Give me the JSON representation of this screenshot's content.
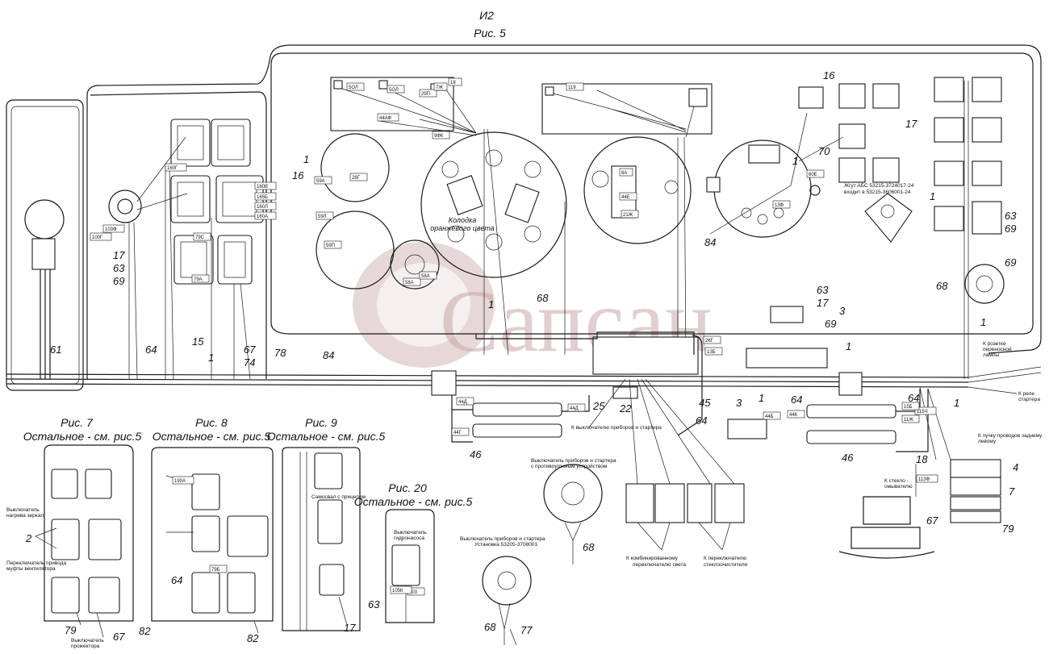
{
  "header": {
    "sheet": "И2",
    "figure": "Рис. 5"
  },
  "watermark": "Сапсан",
  "figures": [
    {
      "title": "Рис. 7",
      "subtitle": "Остальное - см. рис.5"
    },
    {
      "title": "Рис. 8",
      "subtitle": "Остальное - см. рис.5"
    },
    {
      "title": "Рис. 9",
      "subtitle": "Остальное - см. рис.5"
    },
    {
      "title": "Рис. 20",
      "subtitle": "Остальное - см. рис.5"
    }
  ],
  "connector_label": [
    "Колодка",
    "оранжевого цвета"
  ],
  "kit_note": [
    "Жгут АБС 53215-3724017-24",
    "входит в 53215-3606001-24"
  ],
  "notes": {
    "switch_instr": "К выключателю приборов и стартера",
    "switch_antitheft": [
      "Выключатель приборов и стартера",
      "с противоугонным устройством"
    ],
    "switch_install": [
      "Выключатель приборов и стартера",
      "Установка 53205-3708001"
    ],
    "combo_switch": [
      "К комбинированному",
      "переключателю света"
    ],
    "wiper_switch": [
      "К переключателю",
      "стеклоочистителя"
    ],
    "washer": [
      "К стекло -",
      "омывателю"
    ],
    "socket": [
      "К розетке",
      "переносной",
      "лампы"
    ],
    "starter_relay": [
      "К реле",
      "стартера"
    ],
    "rear_harness": [
      "К пучку проводов заднему",
      "левому"
    ],
    "mirror_heat": [
      "Выключатель",
      "нагрева зеркал"
    ],
    "diff_lock": [
      "Переключатель привода",
      "муфты вентилятора"
    ],
    "pto": [
      "Выключатель",
      "прожектора"
    ],
    "hydro": [
      "Выключатель",
      "гидронасоса"
    ],
    "trailer_dump": "Самосвал с прицепом"
  },
  "refs": {
    "r61": "61",
    "r64": "64",
    "r15": "15",
    "r1": "1",
    "r67": "67",
    "r74": "74",
    "r78": "78",
    "r84": "84",
    "r17": "17",
    "r63": "63",
    "r69": "69",
    "r16": "16",
    "r68": "68",
    "r25": "25",
    "r22": "22",
    "r46": "46",
    "r45": "45",
    "r3": "3",
    "r70": "70",
    "r18": "18",
    "r4": "4",
    "r7": "7",
    "r79": "79",
    "r2": "2",
    "r82": "82",
    "r77": "77"
  },
  "wire_tags": [
    "5ОЛ",
    "5ОЛ",
    "29П",
    "44АФ",
    "9ФК",
    "7Ж",
    "18",
    "59Л",
    "59А",
    "59П",
    "58А",
    "58А",
    "28Г",
    "160В",
    "165Б",
    "160Л",
    "160А",
    "79С",
    "79А",
    "103Ф",
    "103",
    "105К",
    "119",
    "113Ф",
    "115Ч",
    "44Б",
    "44К",
    "44Г",
    "44Д",
    "44Д",
    "15Б",
    "11Ж",
    "26Г",
    "13Б",
    "8А",
    "44Е",
    "21Ж",
    "160Г",
    "190А",
    "79Б",
    "100Г",
    "13Ф",
    "60Е"
  ]
}
